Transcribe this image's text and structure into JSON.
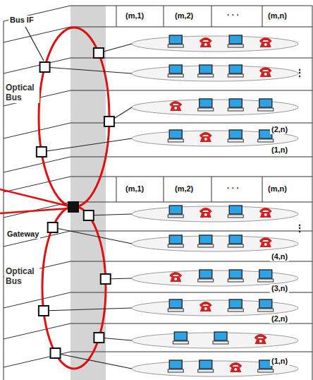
{
  "diagram": {
    "labels": [
      "(m,1)",
      "(m,2)",
      "· · ·",
      "(m,n)",
      "Bus IF",
      "⋮",
      "(2,n)",
      "Optical Bus",
      "(1,n)",
      "(m,1)",
      "(m,2)",
      "· · ·",
      "(m,n)",
      "Gateway",
      "⋮",
      "(4,n)",
      "Optical Bus",
      "(3,n)",
      "(2,n)",
      "(1,n)"
    ]
  }
}
